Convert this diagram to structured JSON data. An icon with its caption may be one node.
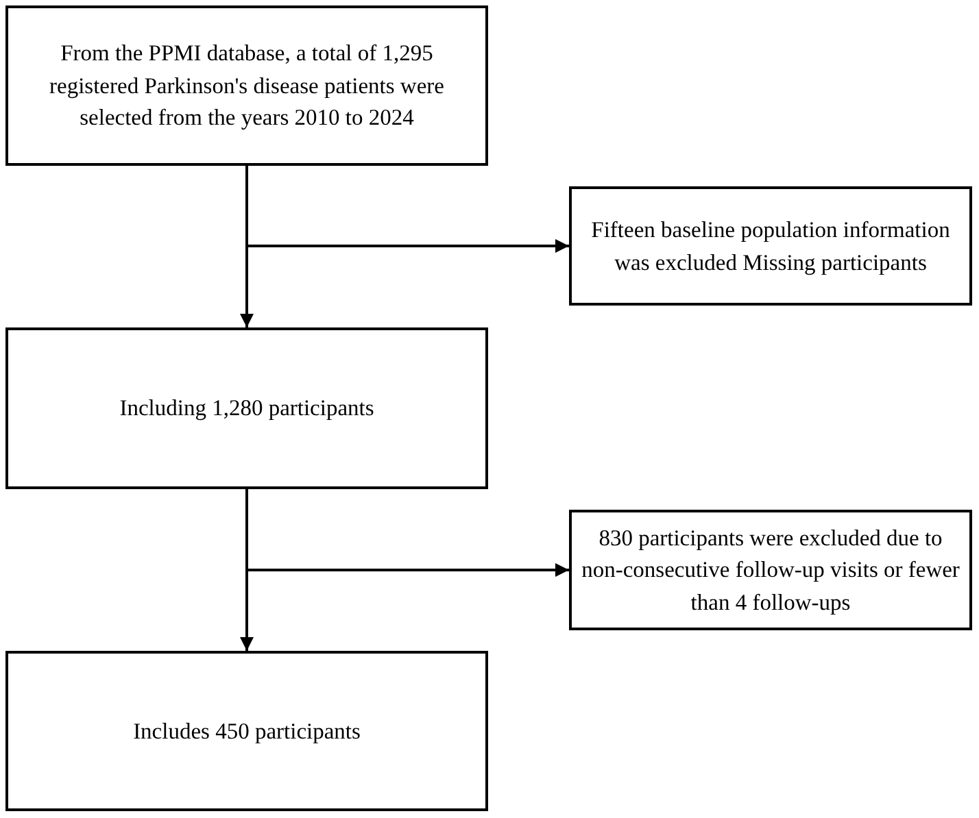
{
  "diagram": {
    "nodes": [
      {
        "text": [
          "From the PPMI database, a total of 1,295 registered Parkinson's disease patients were selected from the years 2010 to 2024"
        ]
      },
      {
        "text": [
          "Fifteen baseline population information was excluded Missing participants"
        ]
      },
      {
        "text": [
          "Including 1,280 participants"
        ]
      },
      {
        "text": [
          "830 participants were excluded due to non-consecutive follow-up visits or fewer than 4 follow-ups"
        ]
      },
      {
        "text": [
          "Includes 450 participants"
        ]
      }
    ],
    "edges": [
      {
        "from": 0,
        "to": 2,
        "arrow": "to"
      },
      {
        "from": 0,
        "to": 1,
        "arrow": "to"
      },
      {
        "from": 2,
        "to": 4,
        "arrow": "to"
      },
      {
        "from": 2,
        "to": 3,
        "arrow": "to"
      }
    ]
  }
}
